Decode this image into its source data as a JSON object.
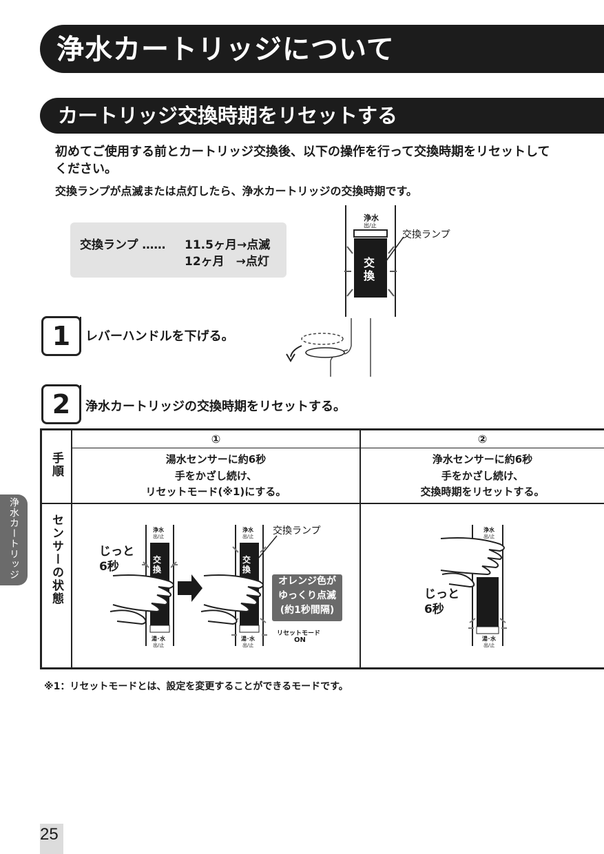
{
  "title": "浄水カートリッジについて",
  "subtitle": "カートリッジ交換時期をリセットする",
  "intro": "初めてご使用する前とカートリッジ交換後、以下の操作を行って交換時期をリセットしてください。",
  "lamp_note": "交換ランプが点滅または点灯したら、浄水カートリッジの交換時期です。",
  "info": {
    "label": "交換ランプ ……",
    "row1": "11.5ヶ月→点滅",
    "row2": "12ヶ月　→点灯"
  },
  "diagram_top": {
    "panel_label": "浄水",
    "panel_sublabel": "出/止",
    "lamp_label": "交換",
    "callout": "交換ランプ"
  },
  "steps": [
    {
      "number": "1",
      "text": "レバーハンドルを下げる。"
    },
    {
      "number": "2",
      "text": "浄水カートリッジの交換時期をリセットする。"
    }
  ],
  "table": {
    "row_label_procedure": "手順",
    "row_label_sensor": "センサーの状態",
    "col1_head": "①",
    "col2_head": "②",
    "col1_body": [
      "湯水センサーに約6秒",
      "手をかざし続け、",
      "リセットモード(※1)にする。"
    ],
    "col2_body": [
      "浄水センサーに約6秒",
      "手をかざし続け、",
      "交換時期をリセットする。"
    ],
    "wait_label_line1": "じっと",
    "wait_label_line2": "6秒",
    "callout": "交換ランプ",
    "orange_line1": "オレンジ色が",
    "orange_line2": "ゆっくり点滅",
    "orange_line3": "(約1秒間隔)",
    "reset_mode_line1": "リセットモード",
    "reset_mode_line2": "ON",
    "panel_top": "浄水",
    "panel_top_sub": "出/止",
    "panel_bottom": "湯･水",
    "panel_bottom_sub": "出/止",
    "lamp_label": "交換"
  },
  "side_tab": "浄水カートリッジ",
  "footnote": "※1：リセットモードとは、設定を変更することができるモードです。",
  "page_number": "25"
}
